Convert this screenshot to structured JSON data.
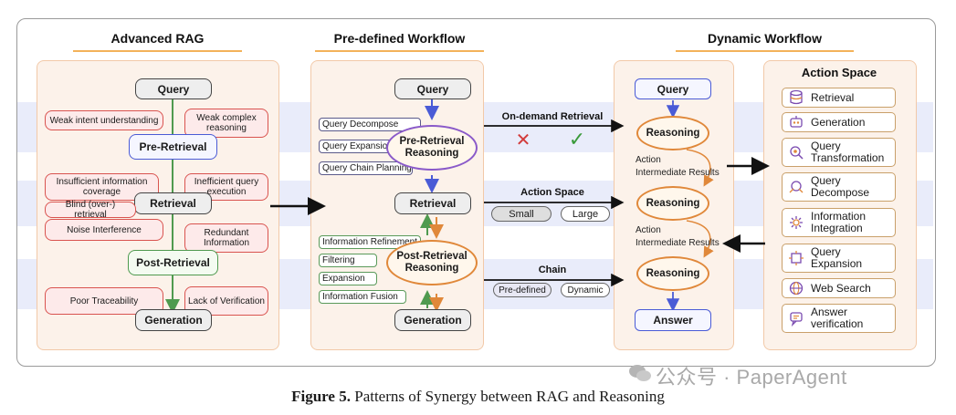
{
  "sections": {
    "advanced_rag": "Advanced RAG",
    "predefined": "Pre-defined Workflow",
    "dynamic": "Dynamic Workflow",
    "action_space": "Action Space"
  },
  "advanced": {
    "query": "Query",
    "pre_retrieval": "Pre-Retrieval",
    "retrieval": "Retrieval",
    "post_retrieval": "Post-Retrieval",
    "generation": "Generation",
    "issues": {
      "weak_intent": "Weak intent understanding",
      "weak_complex": "Weak complex reasoning",
      "insufficient": "Insufficient information coverage",
      "inefficient": "Inefficient query execution",
      "blind": "Blind (over-) retrieval",
      "noise": "Noise Interference",
      "redundant": "Redundant Information",
      "traceability": "Poor Traceability",
      "verification": "Lack of Verification"
    }
  },
  "predefined": {
    "query": "Query",
    "pre_reasoning": "Pre-Retrieval Reasoning",
    "retrieval": "Retrieval",
    "post_reasoning": "Post-Retrieval Reasoning",
    "generation": "Generation",
    "pre_tags": [
      "Query Decompose",
      "Query Expansion",
      "Query Chain Planning"
    ],
    "post_tags": [
      "Information Refinement",
      "Filtering",
      "Expansion",
      "Information Fusion"
    ]
  },
  "middle": {
    "on_demand": "On-demand Retrieval",
    "cross": "✕",
    "check": "✓",
    "action_space": "Action Space",
    "small": "Small",
    "large": "Large",
    "chain": "Chain",
    "predefined": "Pre-defined",
    "dynamic": "Dynamic"
  },
  "dynamic": {
    "query": "Query",
    "reasoning": "Reasoning",
    "action": "Action",
    "intermediate": "Intermediate Results",
    "answer": "Answer"
  },
  "actions": [
    {
      "label": "Retrieval",
      "icon": "database-icon"
    },
    {
      "label": "Generation",
      "icon": "robot-icon"
    },
    {
      "label": "Query Transformation",
      "icon": "query-transform-icon"
    },
    {
      "label": "Query Decompose",
      "icon": "decompose-icon"
    },
    {
      "label": "Information Integration",
      "icon": "integration-icon"
    },
    {
      "label": "Query Expansion",
      "icon": "expansion-icon"
    },
    {
      "label": "Web Search",
      "icon": "globe-icon"
    },
    {
      "label": "Answer verification",
      "icon": "verify-icon"
    }
  ],
  "caption": {
    "prefix": "Figure 5.",
    "text": " Patterns of Synergy between RAG and Reasoning"
  },
  "watermark": "公众号 · PaperAgent",
  "colors": {
    "band": "#e9ecfa",
    "panel": "#fcf2ea",
    "accent_orange": "#f3b25a",
    "issue_red": "#d9534f",
    "pre_blue": "#4a5bd6",
    "post_green": "#4f9a4f"
  }
}
